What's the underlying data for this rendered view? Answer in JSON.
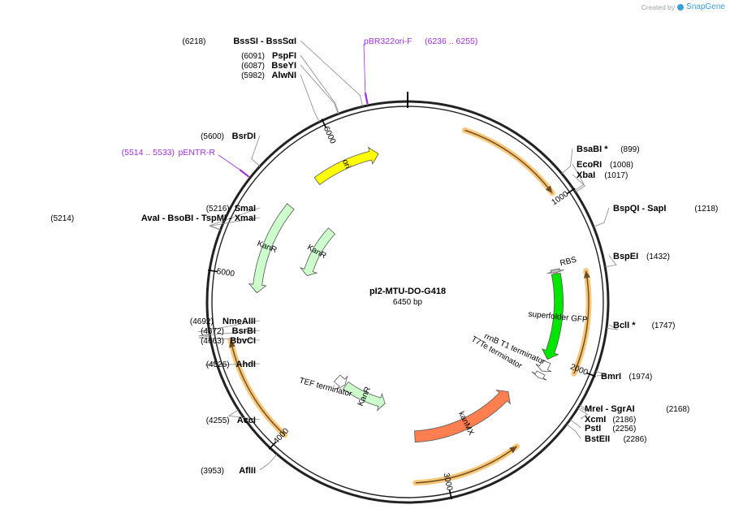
{
  "credit": {
    "prefix": "Created by",
    "brand": "SnapGene"
  },
  "plasmid": {
    "name": "pI2-MTU-DO-G418",
    "length_label": "6450 bp",
    "total_bp": 6450
  },
  "ticks": [
    {
      "pos": 1000,
      "label": "1000"
    },
    {
      "pos": 2000,
      "label": "2000"
    },
    {
      "pos": 3000,
      "label": "3000"
    },
    {
      "pos": 4000,
      "label": "4000"
    },
    {
      "pos": 5000,
      "label": "5000"
    },
    {
      "pos": 6000,
      "label": "6000"
    }
  ],
  "sites_right": [
    {
      "names": "BsaBI *",
      "pos": "(899)",
      "bp": 899
    },
    {
      "names": "EcoRI",
      "pos": "(1008)",
      "bp": 1008
    },
    {
      "names": "XbaI",
      "pos": "(1017)",
      "bp": 1017
    },
    {
      "names": "BspQI   - SapI",
      "pos": "(1218)",
      "bp": 1218
    },
    {
      "names": "BspEI",
      "pos": "(1432)",
      "bp": 1432
    },
    {
      "names": "BclI *",
      "pos": "(1747)",
      "bp": 1747
    },
    {
      "names": "BmrI",
      "pos": "(1974)",
      "bp": 1974
    },
    {
      "names": "MreI   - SgrAI",
      "pos": "(2168)",
      "bp": 2168
    },
    {
      "names": "XcmI",
      "pos": "(2186)",
      "bp": 2186
    },
    {
      "names": "PstI",
      "pos": "(2256)",
      "bp": 2256
    },
    {
      "names": "BstEII",
      "pos": "(2286)",
      "bp": 2286
    }
  ],
  "sites_left": [
    {
      "names": "BssSI   - BssSαI",
      "pos": "(6218)",
      "bp": 6218
    },
    {
      "names": "PspFI",
      "pos": "(6091)",
      "bp": 6091
    },
    {
      "names": "BseYI",
      "pos": "(6087)",
      "bp": 6087
    },
    {
      "names": "AlwNI",
      "pos": "(5982)",
      "bp": 5982
    },
    {
      "names": "BsrDI",
      "pos": "(5600)",
      "bp": 5600
    },
    {
      "names": "SmaI",
      "pos": "(5216)",
      "bp": 5216
    },
    {
      "names": "AvaI   - BsoBI   - TspMI   - XmaI",
      "pos": "(5214)",
      "bp": 5214
    },
    {
      "names": "NmeAIII",
      "pos": "(4692)",
      "bp": 4692
    },
    {
      "names": "BsrBI",
      "pos": "(4672)",
      "bp": 4672
    },
    {
      "names": "BbvCI",
      "pos": "(4663)",
      "bp": 4663
    },
    {
      "names": "AhdI",
      "pos": "(4526)",
      "bp": 4526
    },
    {
      "names": "AccI",
      "pos": "(4255)",
      "bp": 4255
    },
    {
      "names": "AflII",
      "pos": "(3953)",
      "bp": 3953
    }
  ],
  "primers": [
    {
      "name": "pBR322ori-F",
      "range": "(6236 .. 6255)",
      "bp": 6245
    },
    {
      "name": "pENTR-R",
      "range": "(5514 .. 5533)",
      "bp": 5523
    }
  ],
  "features": [
    {
      "name": "ori",
      "color": "#ffff00",
      "start": 5790,
      "end": 6250,
      "dir": 1,
      "ring": 0,
      "inner": true
    },
    {
      "name": "superfolder GFP",
      "color": "#00e600",
      "start": 1420,
      "end": 2012,
      "dir": 1,
      "ring": 0,
      "inner": true
    },
    {
      "name": "RBS",
      "color": "#bfbfbf",
      "start": 1390,
      "end": 1412,
      "dir": 1,
      "ring": 0,
      "inner": true
    },
    {
      "name": "rrnB T1 terminator",
      "color": "#ffffff",
      "start": 2030,
      "end": 2100,
      "dir": 1,
      "ring": 0,
      "inner": true
    },
    {
      "name": "T7Te terminator",
      "color": "#ffffff",
      "start": 2115,
      "end": 2150,
      "dir": 1,
      "ring": 0,
      "inner": true
    },
    {
      "name": "kanMX",
      "color": "#ff7f50",
      "start": 2360,
      "end": 3170,
      "dir": -1,
      "ring": 0,
      "inner": false
    },
    {
      "name": "KanR",
      "color": "#ccffcc",
      "start": 3450,
      "end": 3880,
      "dir": -1,
      "ring": 1,
      "inner": true
    },
    {
      "name": "TEF terminator",
      "color": "#ffffff",
      "start": 3890,
      "end": 3990,
      "dir": -1,
      "ring": 1,
      "inner": true
    },
    {
      "name": "KanR",
      "color": "#ccffcc",
      "start": 5100,
      "end": 5610,
      "dir": -1,
      "ring": 1,
      "inner": true
    },
    {
      "name": "KanR",
      "color": "#ccffcc",
      "start": 4900,
      "end": 5540,
      "dir": -1,
      "ring": 0,
      "inner": true
    }
  ],
  "orange_arcs": [
    {
      "start": 330,
      "end": 950,
      "dir": 1,
      "ring": "outer"
    },
    {
      "start": 1435,
      "end": 2030,
      "dir": -1,
      "ring": "outer"
    },
    {
      "start": 2560,
      "end": 3180,
      "dir": -1,
      "ring": "outer"
    },
    {
      "start": 3990,
      "end": 4620,
      "dir": 1,
      "ring": "outer"
    },
    {
      "start": 1425,
      "end": 1990,
      "dir": 1,
      "ring": "inner"
    },
    {
      "start": 4920,
      "end": 5520,
      "dir": -1,
      "ring": "inner"
    }
  ],
  "colors": {
    "backbone": "#222222",
    "site_line": "#888888",
    "primer": "#9b30d9",
    "orange": "#f7c77a",
    "arc_line": "#6b4a1f"
  }
}
